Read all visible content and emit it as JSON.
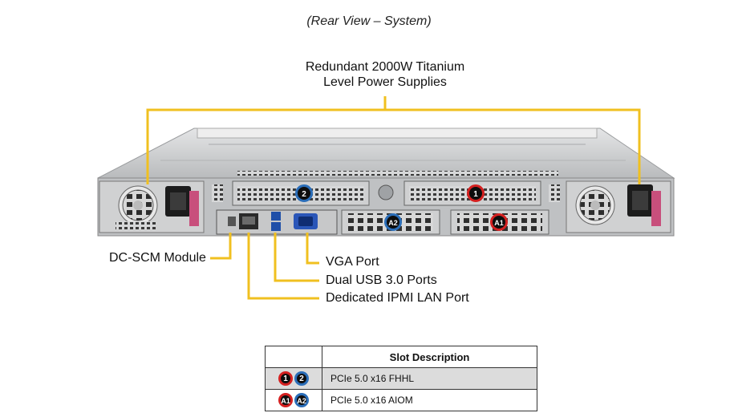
{
  "title": "(Rear View – System)",
  "psu_label_line1": "Redundant  2000W Titanium",
  "psu_label_line2": "Level Power Supplies",
  "callouts": {
    "dc_scm": "DC-SCM Module",
    "vga": "VGA Port",
    "usb": "Dual  USB 3.0 Ports",
    "ipmi": "Dedicated IPMI  LAN Port"
  },
  "slot_markers": {
    "slot1": "1",
    "slot2": "2",
    "a1": "A1",
    "a2": "A2"
  },
  "table": {
    "header": "Slot Description",
    "rows": [
      {
        "badges": [
          "1",
          "2"
        ],
        "description": "PCIe 5.0 x16 FHHL"
      },
      {
        "badges": [
          "A1",
          "A2"
        ],
        "description": "PCIe 5.0 x16 AIOM"
      }
    ]
  },
  "colors": {
    "callout_line": "#f0c020",
    "red_marker": "#d42020",
    "blue_marker": "#2a6db8",
    "chassis": "#c9cbcd"
  }
}
